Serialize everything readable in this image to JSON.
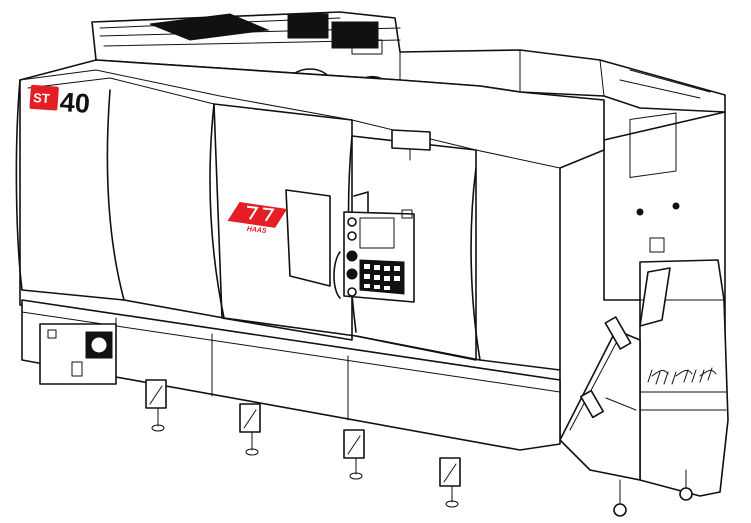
{
  "model_badge": {
    "prefix": "ST",
    "number": "40",
    "badge_color": "#e31e24"
  },
  "brand_logo": {
    "text": "HAAS",
    "color": "#e31e24"
  },
  "line_color": "#111111",
  "background": "#ffffff"
}
